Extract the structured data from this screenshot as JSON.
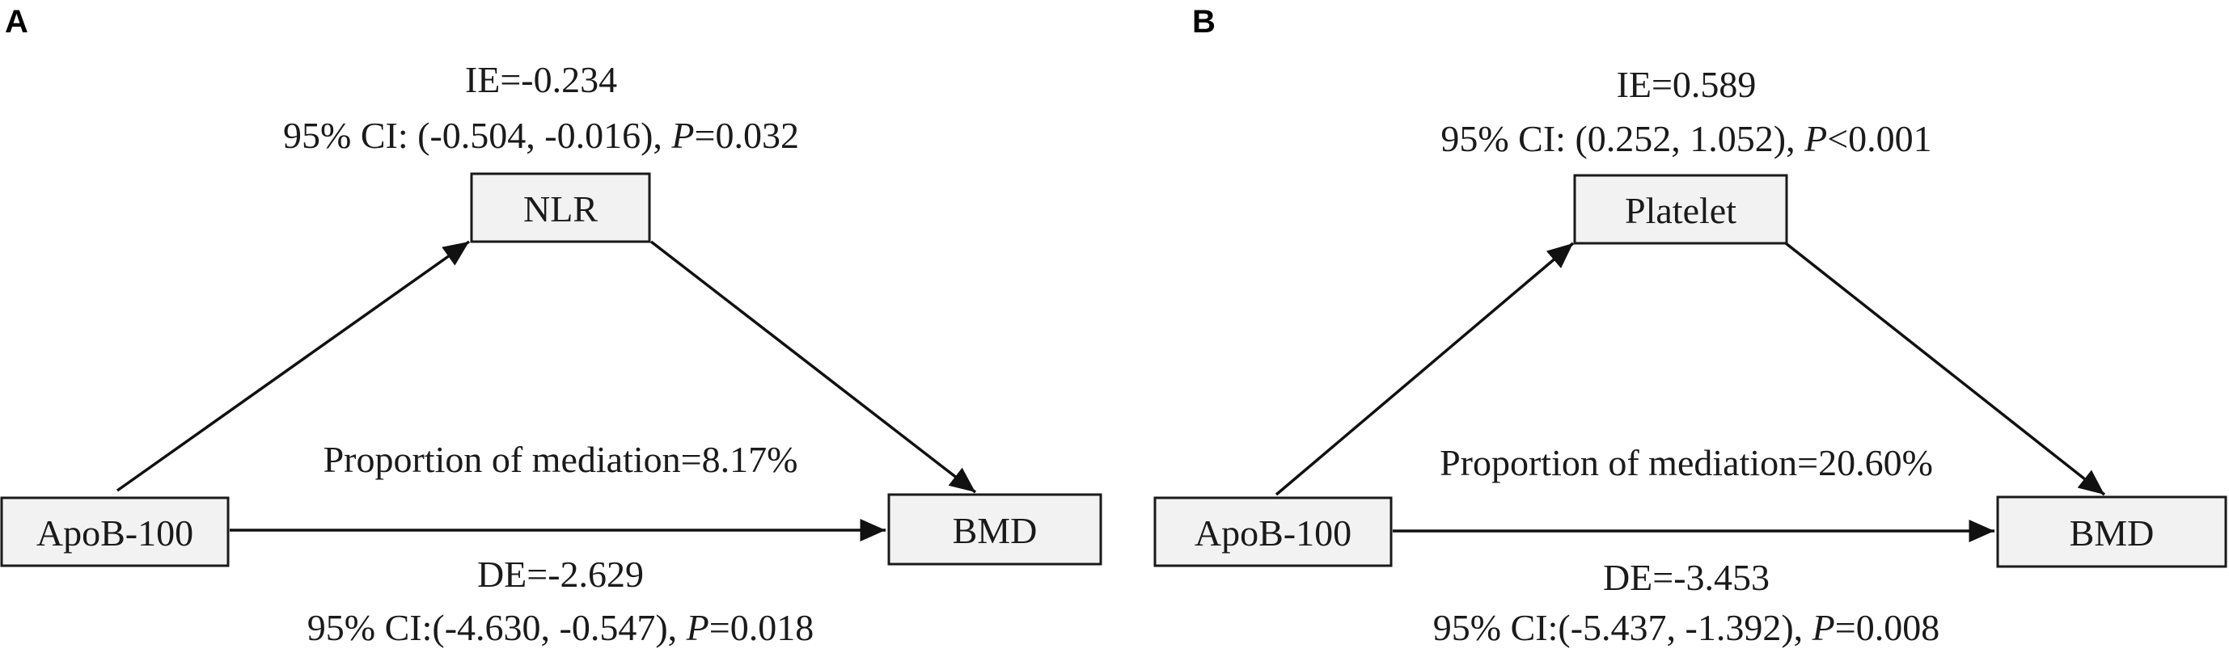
{
  "panels": {
    "A": {
      "letter": "A",
      "ie": "IE=-0.234",
      "ie_ci": "95% CI: (-0.504, -0.016), ",
      "ie_p_letter": "P",
      "ie_p_value": "=0.032",
      "mediator": "NLR",
      "exposure": "ApoB-100",
      "outcome": "BMD",
      "proportion": "Proportion of mediation=8.17%",
      "de": "DE=-2.629",
      "de_ci": "95% CI:(-4.630, -0.547), ",
      "de_p_letter": "P",
      "de_p_value": "=0.018"
    },
    "B": {
      "letter": "B",
      "ie": "IE=0.589",
      "ie_ci": "95% CI: (0.252, 1.052), ",
      "ie_p_letter": "P",
      "ie_p_value": "<0.001",
      "mediator": "Platelet",
      "exposure": "ApoB-100",
      "outcome": "BMD",
      "proportion": "Proportion of mediation=20.60%",
      "de": "DE=-3.453",
      "de_ci": "95% CI:(-5.437, -1.392), ",
      "de_p_letter": "P",
      "de_p_value": "=0.008"
    }
  }
}
